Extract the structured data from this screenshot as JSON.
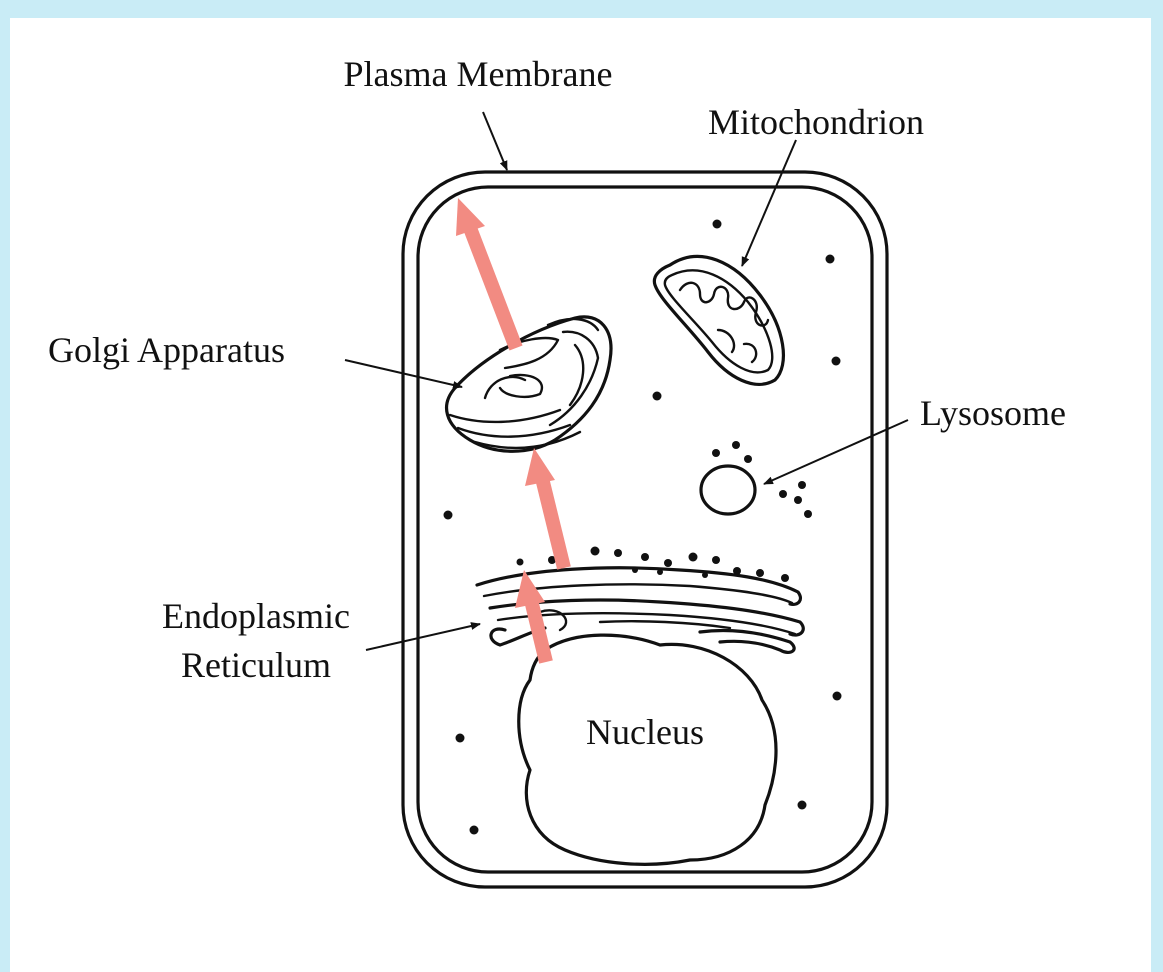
{
  "labels": {
    "plasma_membrane": "Plasma Membrane",
    "mitochondrion": "Mitochondrion",
    "golgi_apparatus": "Golgi Apparatus",
    "lysosome": "Lysosome",
    "endoplasmic_line1": "Endoplasmic",
    "endoplasmic_line2": "Reticulum",
    "nucleus": "Nucleus"
  },
  "colors": {
    "background": "#c9ecf6",
    "panel": "#ffffff",
    "arrow": "#f28b82",
    "ink": "#111111"
  }
}
